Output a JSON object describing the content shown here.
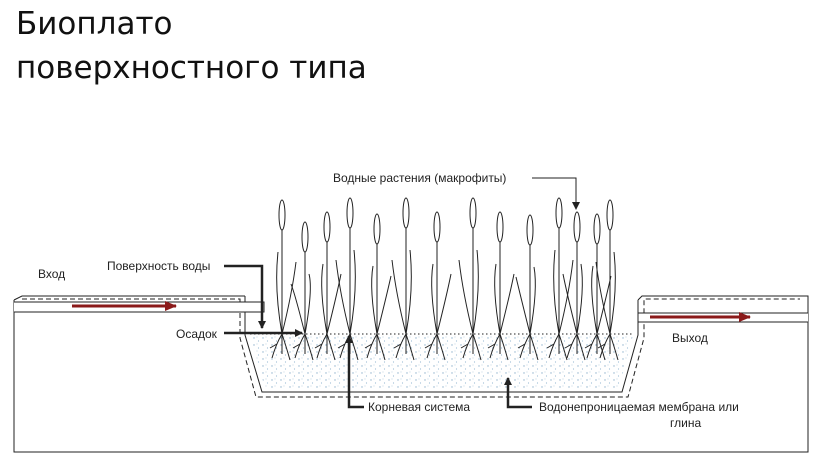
{
  "title": {
    "line1": "Биоплато",
    "line2": "поверхностного типа"
  },
  "labels": {
    "plants": "Водные растения (макрофиты)",
    "inlet": "Вход",
    "water_surface": "Поверхность воды",
    "sediment": "Осадок",
    "outlet": "Выход",
    "root_system": "Корневая система",
    "membrane_line1": "Водонепроницаемая мембрана или",
    "membrane_line2": "глина"
  },
  "colors": {
    "flow_arrow": "#8b1a1a",
    "line": "#222222"
  }
}
